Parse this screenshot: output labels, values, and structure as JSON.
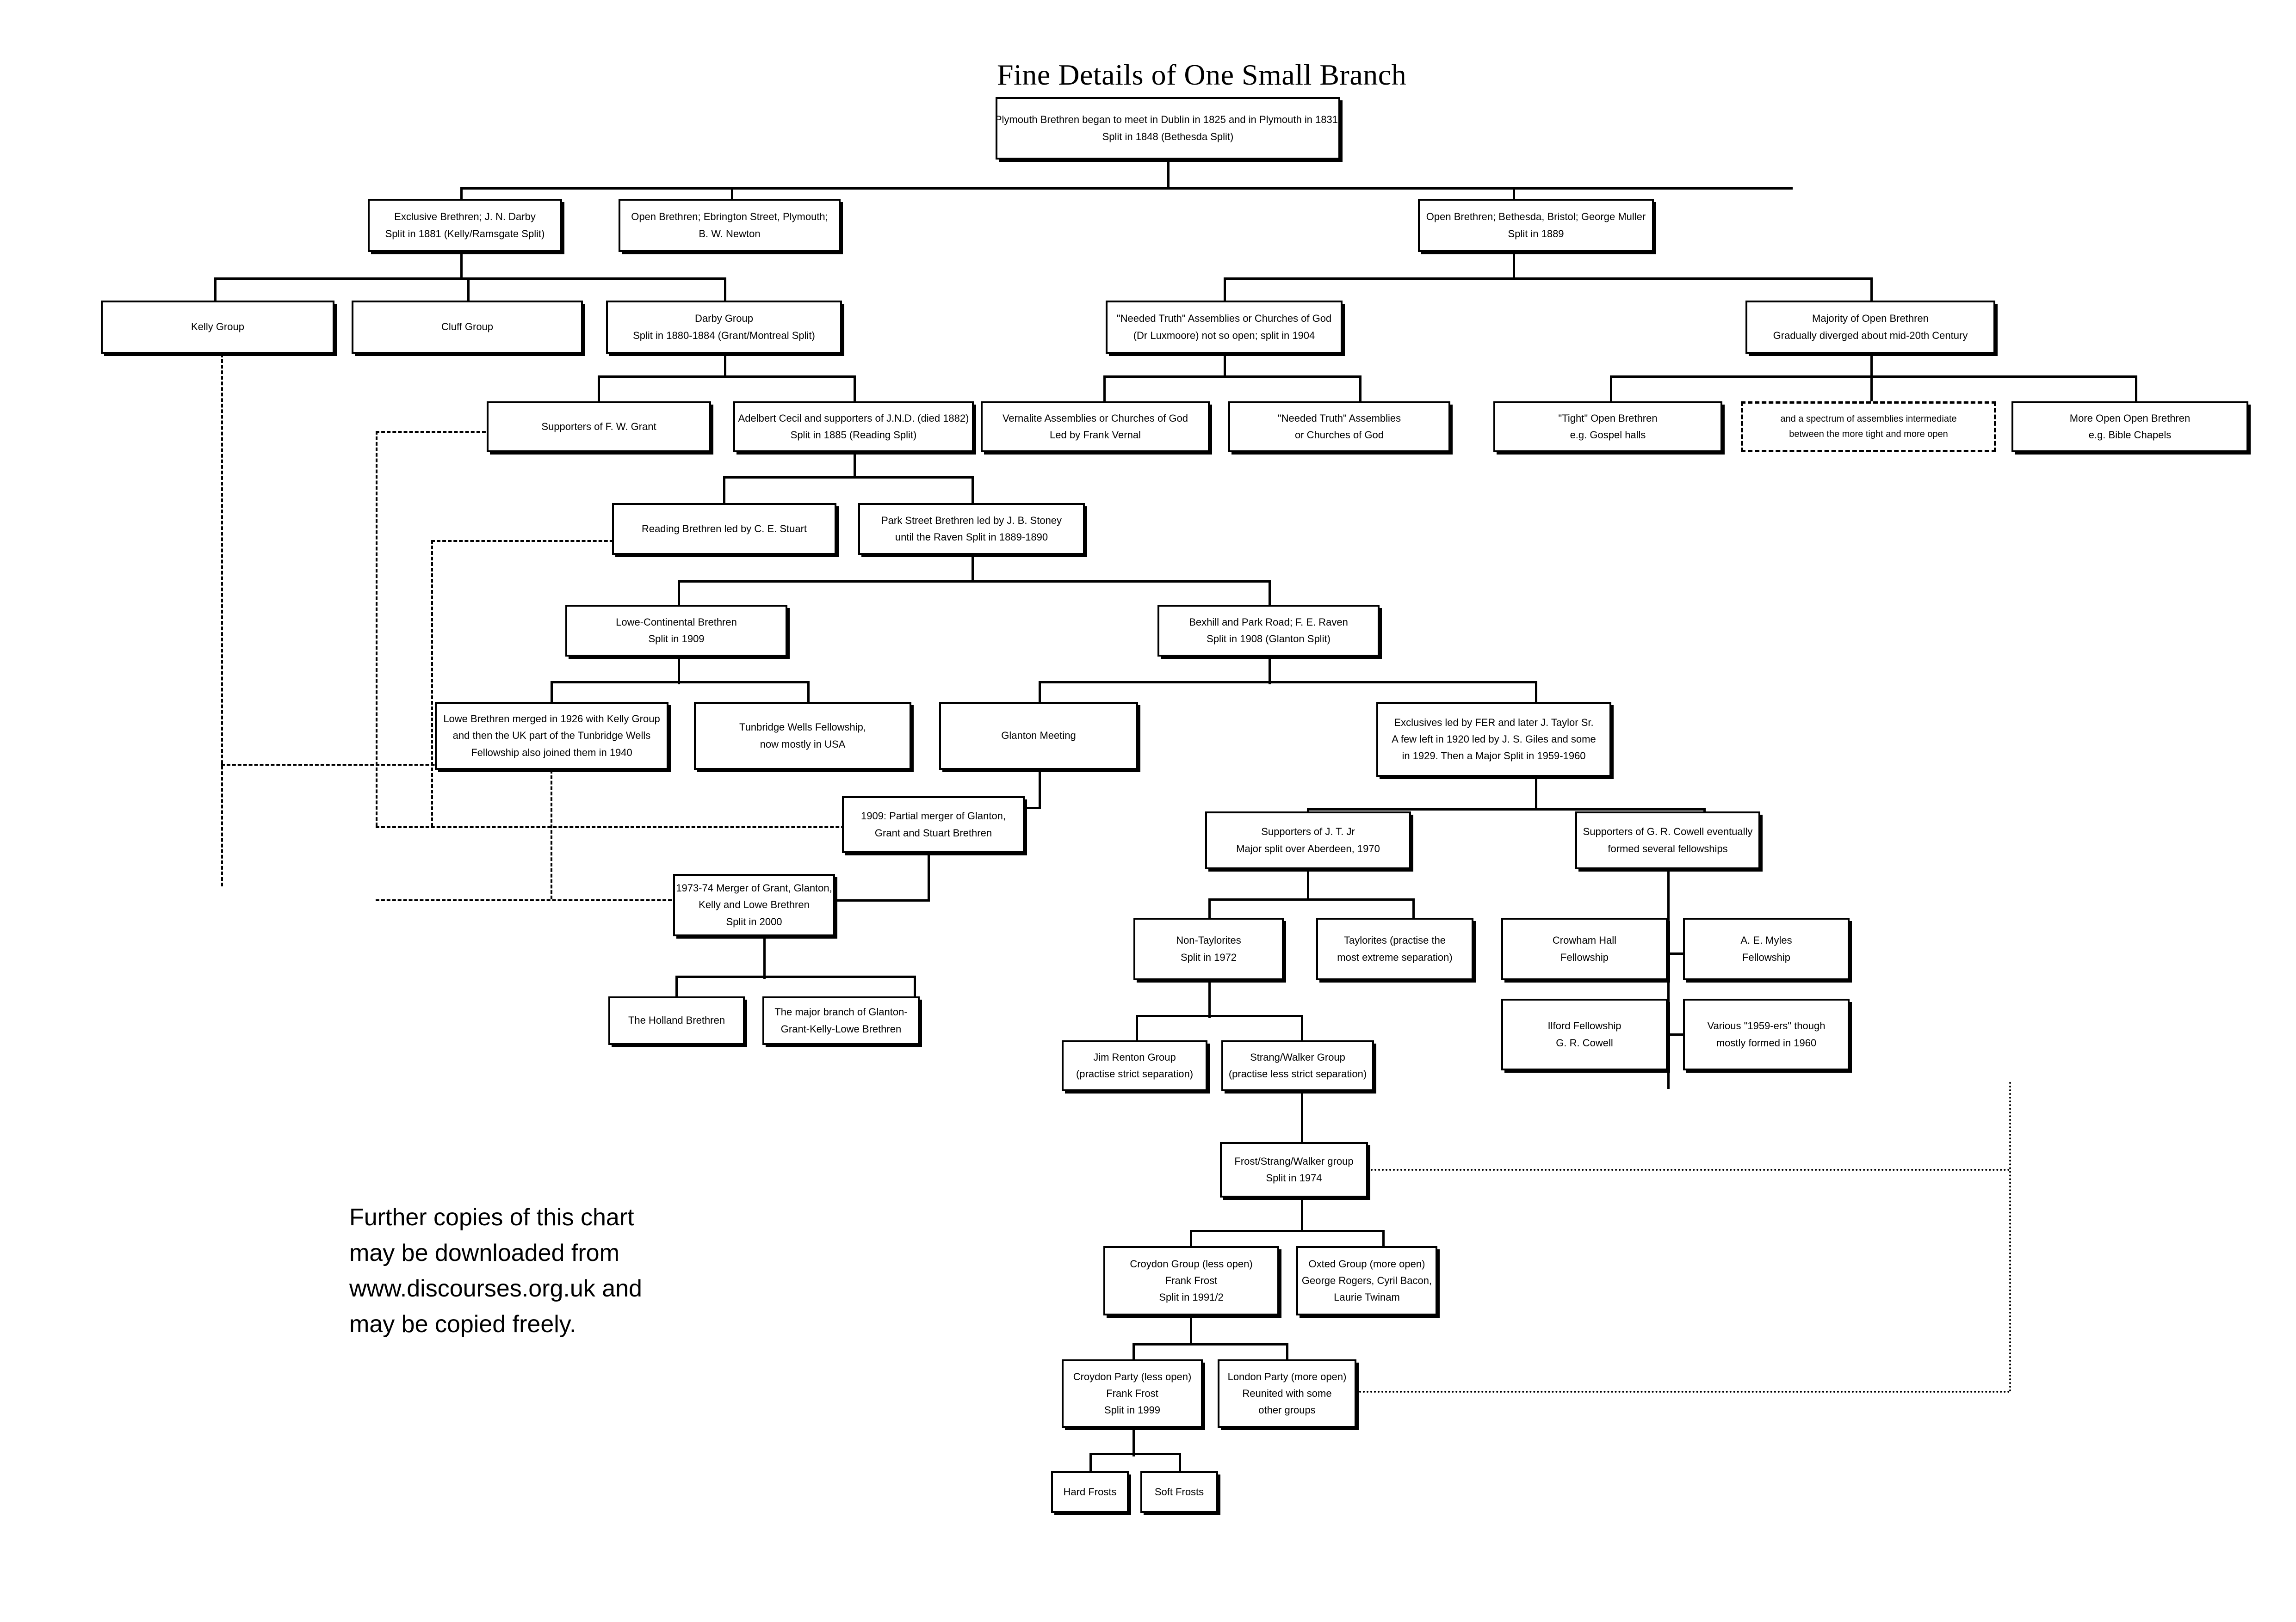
{
  "chart_title": "Fine Details of One Small Branch",
  "footer": {
    "line1": "Further copies of this chart",
    "line2": "may be downloaded from",
    "line3": "www.discourses.org.uk and",
    "line4": "may be copied freely."
  },
  "chart_data": {
    "type": "diagram",
    "diagram_kind": "organisational-split-tree",
    "title": "Fine Details of One Small Branch",
    "note": "Genealogy of Plymouth Brethren splits; solid lines = parent/child splits, dashed lines = mergers on the left branch, dotted lines = later reunions on the right branch",
    "nodes": [
      {
        "id": "root",
        "lines": [
          "Plymouth Brethren began to meet in Dublin in 1825 and in Plymouth in 1831.",
          "Split in 1848 (Bethesda Split)"
        ]
      },
      {
        "id": "exclusive",
        "lines": [
          "Exclusive Brethren; J. N. Darby",
          "Split in 1881 (Kelly/Ramsgate Split)"
        ]
      },
      {
        "id": "open_ebrington",
        "lines": [
          "Open Brethren; Ebrington Street, Plymouth;",
          "B. W. Newton"
        ]
      },
      {
        "id": "open_bethesda",
        "lines": [
          "Open Brethren; Bethesda, Bristol; George Muller",
          "Split in 1889"
        ]
      },
      {
        "id": "kelly_group",
        "lines": [
          "Kelly Group"
        ]
      },
      {
        "id": "cluff_group",
        "lines": [
          "Cluff Group"
        ]
      },
      {
        "id": "darby_group",
        "lines": [
          "Darby Group",
          "Split in 1880-1884 (Grant/Montreal Split)"
        ]
      },
      {
        "id": "needed_truth_1",
        "lines": [
          "\"Needed Truth\" Assemblies or Churches of God",
          "(Dr Luxmoore)  not so open; split in 1904"
        ]
      },
      {
        "id": "majority_open",
        "lines": [
          "Majority of Open Brethren",
          "Gradually diverged about mid-20th Century"
        ]
      },
      {
        "id": "grant_supporters",
        "lines": [
          "Supporters of F. W. Grant"
        ]
      },
      {
        "id": "adelbert_cecil",
        "lines": [
          "Adelbert Cecil and supporters of J.N.D. (died 1882)",
          "Split in 1885 (Reading Split)"
        ]
      },
      {
        "id": "vernalite",
        "lines": [
          "Vernalite Assemblies or Churches of God",
          "Led by Frank Vernal"
        ]
      },
      {
        "id": "needed_truth_2",
        "lines": [
          "\"Needed Truth\" Assemblies",
          "or Churches of God"
        ]
      },
      {
        "id": "tight_open",
        "lines": [
          "\"Tight\" Open Brethren",
          "e.g. Gospel halls"
        ]
      },
      {
        "id": "spectrum",
        "lines": [
          "and a spectrum of assemblies intermediate",
          "between the more tight and more open"
        ]
      },
      {
        "id": "more_open",
        "lines": [
          "More Open Open Brethren",
          "e.g. Bible Chapels"
        ]
      },
      {
        "id": "reading_brethren",
        "lines": [
          "Reading Brethren led by C. E. Stuart"
        ]
      },
      {
        "id": "park_street",
        "lines": [
          "Park Street Brethren led by J. B. Stoney",
          "until the Raven Split in 1889-1890"
        ]
      },
      {
        "id": "lowe_continental",
        "lines": [
          "Lowe-Continental Brethren",
          "Split in 1909"
        ]
      },
      {
        "id": "bexhill_park_road",
        "lines": [
          "Bexhill and Park Road; F. E. Raven",
          "Split in 1908 (Glanton Split)"
        ]
      },
      {
        "id": "lowe_merged",
        "lines": [
          "Lowe Brethren merged in 1926 with Kelly Group",
          "and then the UK part of the Tunbridge Wells",
          "Fellowship also joined them in 1940"
        ]
      },
      {
        "id": "tunbridge_wells",
        "lines": [
          "Tunbridge Wells Fellowship,",
          "now mostly in USA"
        ]
      },
      {
        "id": "glanton_meeting",
        "lines": [
          "Glanton Meeting"
        ]
      },
      {
        "id": "exclusives_fer",
        "lines": [
          "Exclusives led by FER and later J. Taylor Sr.",
          "A few left in 1920 led by J. S. Giles and some",
          "in 1929. Then a Major Split in 1959-1960"
        ]
      },
      {
        "id": "partial_merger_1909",
        "lines": [
          "1909: Partial merger of Glanton,",
          "Grant and Stuart Brethren"
        ]
      },
      {
        "id": "supporters_jt_jr",
        "lines": [
          "Supporters of J. T. Jr",
          "Major split over Aberdeen, 1970"
        ]
      },
      {
        "id": "supporters_cowell",
        "lines": [
          "Supporters of G. R. Cowell eventually",
          "formed several fellowships"
        ]
      },
      {
        "id": "merger_1973_74",
        "lines": [
          "1973-74 Merger of Grant, Glanton,",
          "Kelly and Lowe Brethren",
          "Split in 2000"
        ]
      },
      {
        "id": "non_taylorites",
        "lines": [
          "Non-Taylorites",
          "Split in 1972"
        ]
      },
      {
        "id": "taylorites",
        "lines": [
          "Taylorites (practise the",
          "most extreme separation)"
        ]
      },
      {
        "id": "crowham_hall",
        "lines": [
          "Crowham Hall",
          "Fellowship"
        ]
      },
      {
        "id": "ae_myles",
        "lines": [
          "A. E. Myles",
          "Fellowship"
        ]
      },
      {
        "id": "ilford",
        "lines": [
          "Ilford Fellowship",
          "G. R. Cowell"
        ]
      },
      {
        "id": "various_1959ers",
        "lines": [
          "Various \"1959-ers\" though",
          "mostly formed in 1960"
        ]
      },
      {
        "id": "holland_brethren",
        "lines": [
          "The Holland Brethren"
        ]
      },
      {
        "id": "major_branch",
        "lines": [
          "The major branch of Glanton-",
          "Grant-Kelly-Lowe Brethren"
        ]
      },
      {
        "id": "jim_renton",
        "lines": [
          "Jim Renton Group",
          "(practise strict separation)"
        ]
      },
      {
        "id": "strang_walker",
        "lines": [
          "Strang/Walker Group",
          "(practise less strict separation)"
        ]
      },
      {
        "id": "frost_strang_walker",
        "lines": [
          "Frost/Strang/Walker group",
          "Split in 1974"
        ]
      },
      {
        "id": "croydon_group",
        "lines": [
          "Croydon Group (less open)",
          "Frank Frost",
          "Split in 1991/2"
        ]
      },
      {
        "id": "oxted_group",
        "lines": [
          "Oxted Group (more open)",
          "George Rogers, Cyril Bacon,",
          "Laurie Twinam"
        ]
      },
      {
        "id": "croydon_party",
        "lines": [
          "Croydon Party (less open)",
          "Frank Frost",
          "Split in 1999"
        ]
      },
      {
        "id": "london_party",
        "lines": [
          "London Party (more open)",
          "Reunited with some",
          "other groups"
        ]
      },
      {
        "id": "hard_frosts",
        "lines": [
          "Hard Frosts"
        ]
      },
      {
        "id": "soft_frosts",
        "lines": [
          "Soft Frosts"
        ]
      }
    ],
    "edges": [
      {
        "from": "root",
        "to": "exclusive",
        "style": "solid"
      },
      {
        "from": "root",
        "to": "open_ebrington",
        "style": "solid"
      },
      {
        "from": "root",
        "to": "open_bethesda",
        "style": "solid"
      },
      {
        "from": "exclusive",
        "to": "kelly_group",
        "style": "solid"
      },
      {
        "from": "exclusive",
        "to": "cluff_group",
        "style": "solid"
      },
      {
        "from": "exclusive",
        "to": "darby_group",
        "style": "solid"
      },
      {
        "from": "open_bethesda",
        "to": "needed_truth_1",
        "style": "solid"
      },
      {
        "from": "open_bethesda",
        "to": "majority_open",
        "style": "solid"
      },
      {
        "from": "darby_group",
        "to": "grant_supporters",
        "style": "solid"
      },
      {
        "from": "darby_group",
        "to": "adelbert_cecil",
        "style": "solid"
      },
      {
        "from": "needed_truth_1",
        "to": "vernalite",
        "style": "solid"
      },
      {
        "from": "needed_truth_1",
        "to": "needed_truth_2",
        "style": "solid"
      },
      {
        "from": "majority_open",
        "to": "tight_open",
        "style": "solid"
      },
      {
        "from": "majority_open",
        "to": "spectrum",
        "style": "solid"
      },
      {
        "from": "majority_open",
        "to": "more_open",
        "style": "solid"
      },
      {
        "from": "adelbert_cecil",
        "to": "reading_brethren",
        "style": "solid"
      },
      {
        "from": "adelbert_cecil",
        "to": "park_street",
        "style": "solid"
      },
      {
        "from": "park_street",
        "to": "lowe_continental",
        "style": "solid"
      },
      {
        "from": "park_street",
        "to": "bexhill_park_road",
        "style": "solid"
      },
      {
        "from": "lowe_continental",
        "to": "lowe_merged",
        "style": "solid"
      },
      {
        "from": "lowe_continental",
        "to": "tunbridge_wells",
        "style": "solid"
      },
      {
        "from": "bexhill_park_road",
        "to": "glanton_meeting",
        "style": "solid"
      },
      {
        "from": "bexhill_park_road",
        "to": "exclusives_fer",
        "style": "solid"
      },
      {
        "from": "glanton_meeting",
        "to": "partial_merger_1909",
        "style": "solid"
      },
      {
        "from": "exclusives_fer",
        "to": "supporters_jt_jr",
        "style": "solid"
      },
      {
        "from": "exclusives_fer",
        "to": "supporters_cowell",
        "style": "solid"
      },
      {
        "from": "partial_merger_1909",
        "to": "merger_1973_74",
        "style": "solid"
      },
      {
        "from": "supporters_jt_jr",
        "to": "non_taylorites",
        "style": "solid"
      },
      {
        "from": "supporters_jt_jr",
        "to": "taylorites",
        "style": "solid"
      },
      {
        "from": "supporters_cowell",
        "to": "crowham_hall",
        "style": "solid"
      },
      {
        "from": "supporters_cowell",
        "to": "ae_myles",
        "style": "solid"
      },
      {
        "from": "supporters_cowell",
        "to": "ilford",
        "style": "solid"
      },
      {
        "from": "supporters_cowell",
        "to": "various_1959ers",
        "style": "solid"
      },
      {
        "from": "merger_1973_74",
        "to": "holland_brethren",
        "style": "solid"
      },
      {
        "from": "merger_1973_74",
        "to": "major_branch",
        "style": "solid"
      },
      {
        "from": "non_taylorites",
        "to": "jim_renton",
        "style": "solid"
      },
      {
        "from": "non_taylorites",
        "to": "strang_walker",
        "style": "solid"
      },
      {
        "from": "strang_walker",
        "to": "frost_strang_walker",
        "style": "solid"
      },
      {
        "from": "frost_strang_walker",
        "to": "croydon_group",
        "style": "solid"
      },
      {
        "from": "frost_strang_walker",
        "to": "oxted_group",
        "style": "solid"
      },
      {
        "from": "croydon_group",
        "to": "croydon_party",
        "style": "solid"
      },
      {
        "from": "croydon_group",
        "to": "london_party",
        "style": "solid"
      },
      {
        "from": "croydon_party",
        "to": "hard_frosts",
        "style": "solid"
      },
      {
        "from": "croydon_party",
        "to": "soft_frosts",
        "style": "solid"
      },
      {
        "from": "kelly_group",
        "to": "lowe_merged",
        "style": "dashed"
      },
      {
        "from": "grant_supporters",
        "to": "partial_merger_1909",
        "style": "dashed"
      },
      {
        "from": "reading_brethren",
        "to": "merger_1973_74",
        "style": "dashed"
      },
      {
        "from": "lowe_merged",
        "to": "merger_1973_74",
        "style": "dashed"
      },
      {
        "from": "various_1959ers",
        "to": "london_party",
        "style": "dotted"
      },
      {
        "from": "frost_strang_walker",
        "to": "various_1959ers",
        "style": "dotted"
      }
    ]
  }
}
